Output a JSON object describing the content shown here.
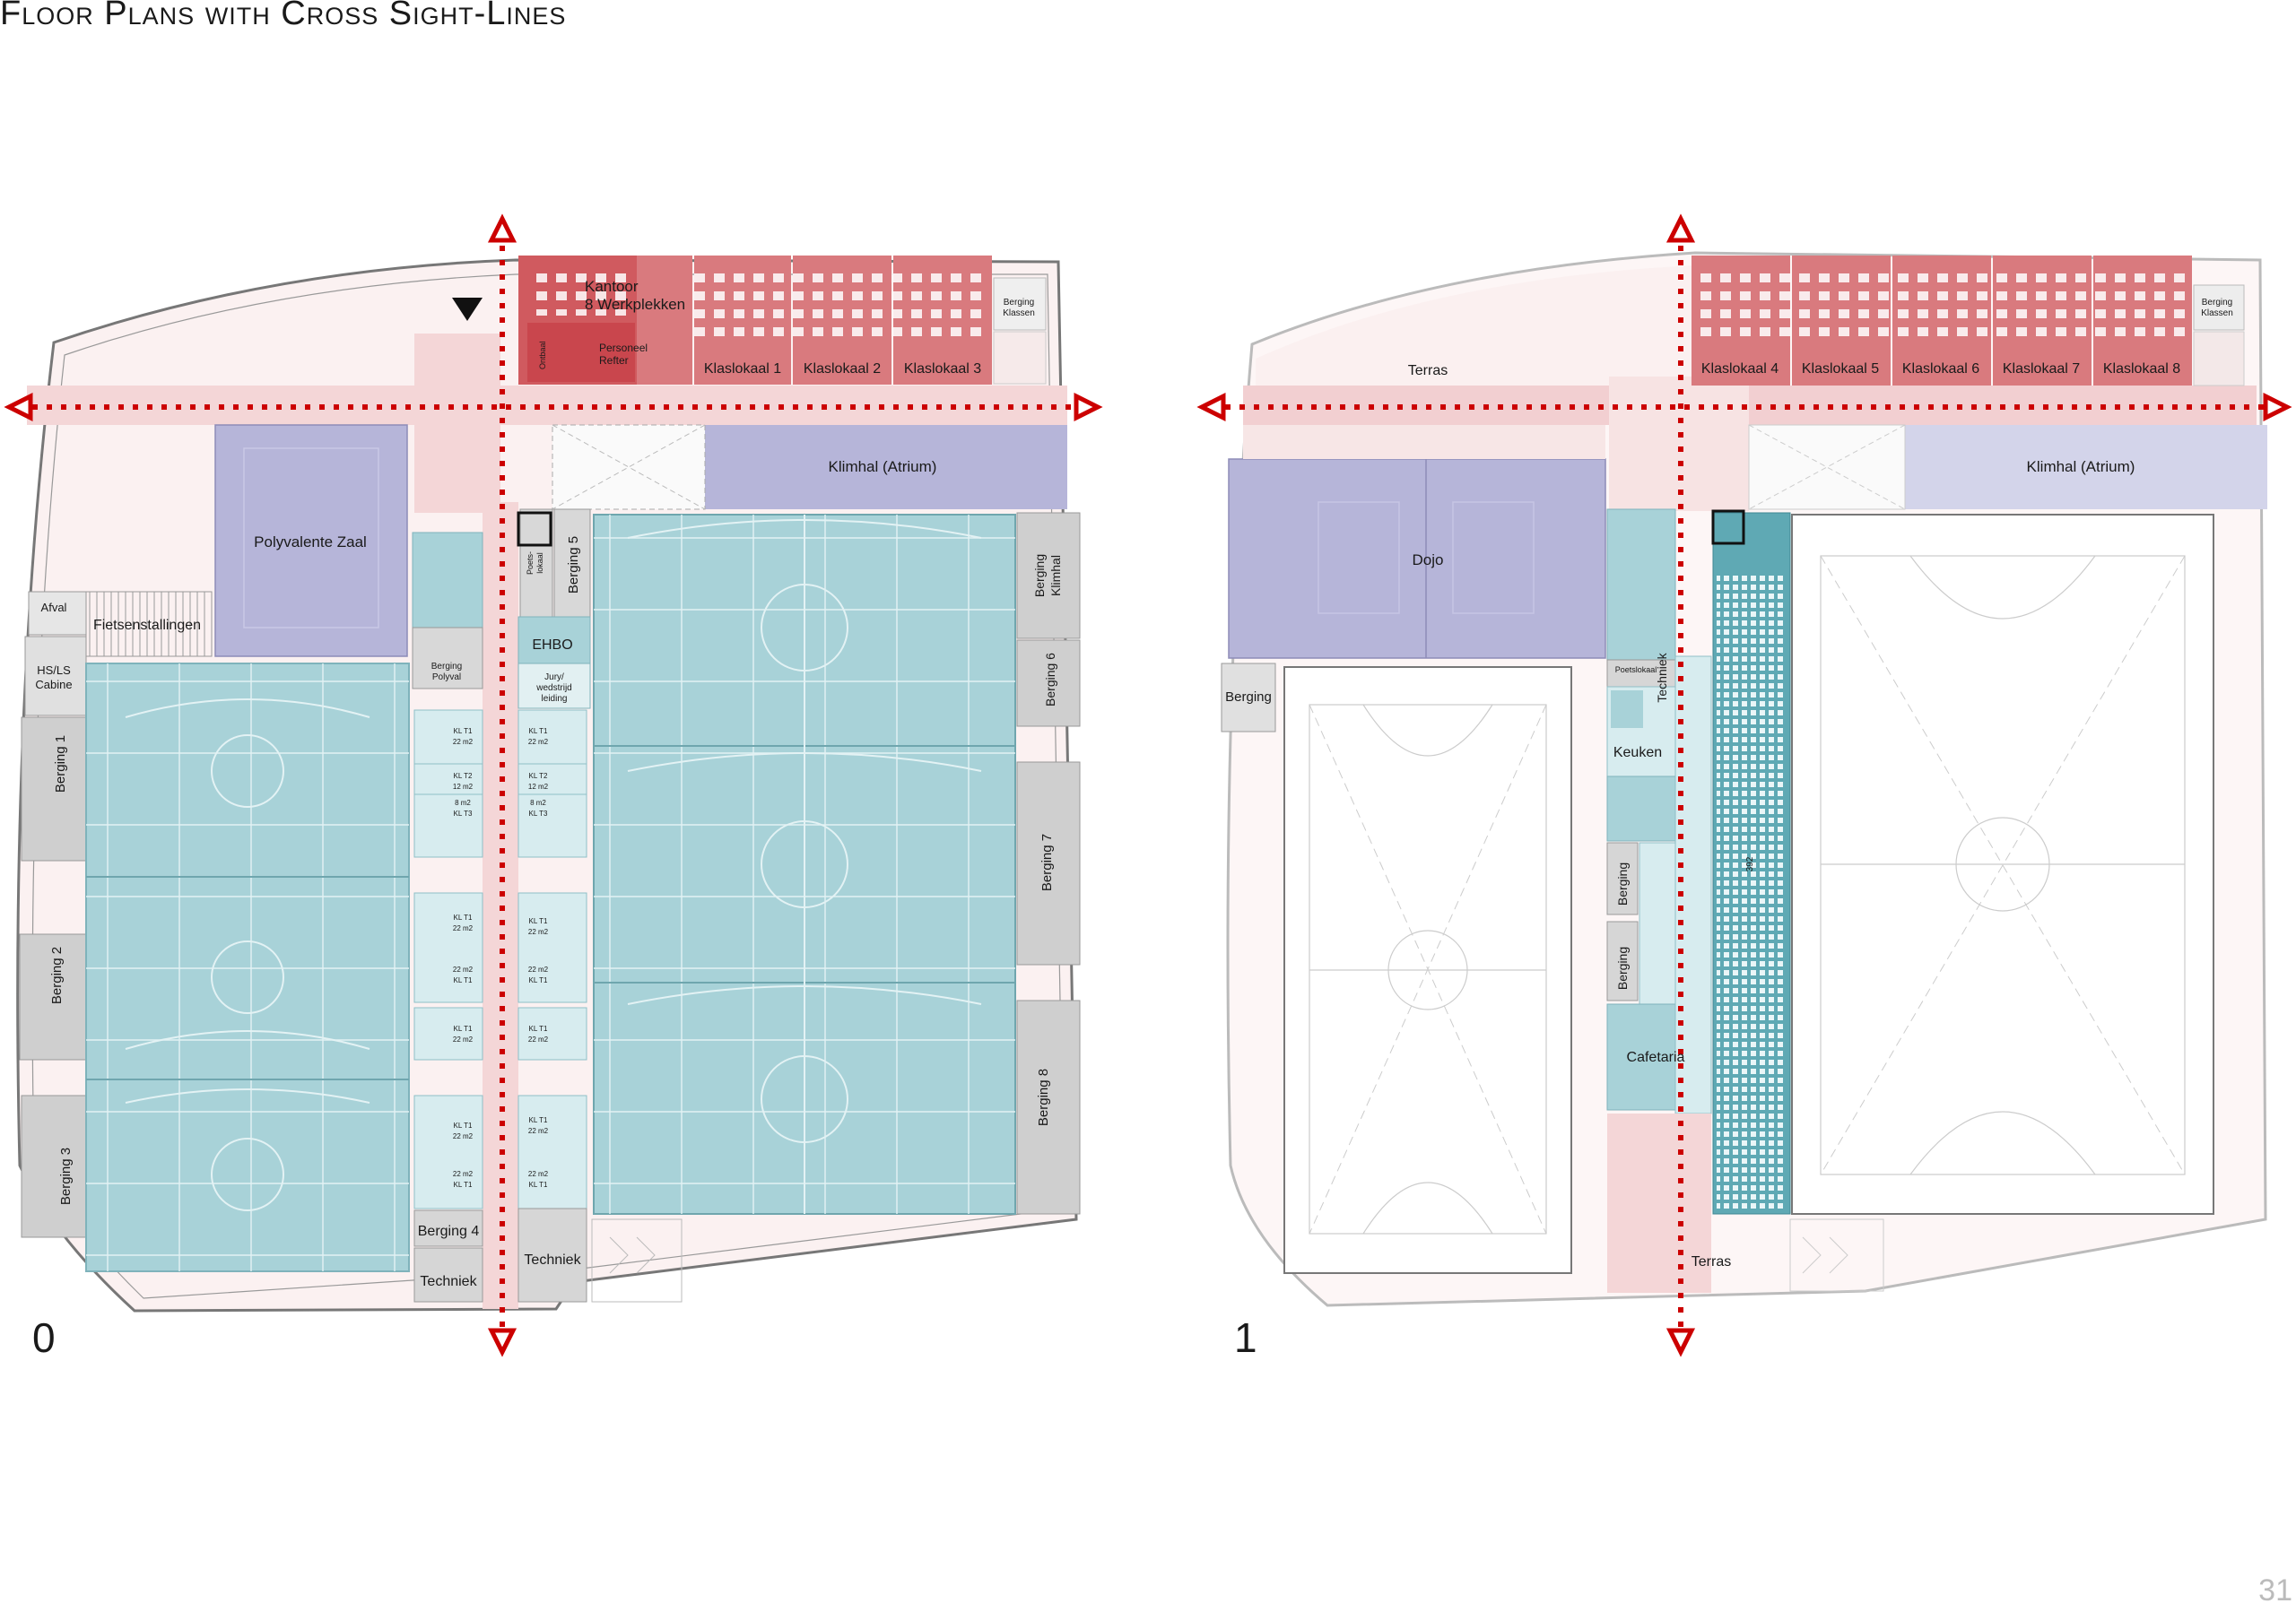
{
  "page": {
    "title": "Floor Plans with Cross Sight-Lines",
    "page_number": "31"
  },
  "colors": {
    "sports_floor": "#a8d2d8",
    "sports_floor_line": "#e6f4f6",
    "classroom": "#d9797c",
    "classroom_dark": "#c9464d",
    "corridor": "#f7dede",
    "circulation": "#f0c7c9",
    "purple_hall": "#b7b6da",
    "purple_hall_light": "#d4d5ea",
    "storage_grey": "#cfcfcf",
    "sightline_red": "#cc0000",
    "outline": "#666666"
  },
  "plan0": {
    "floor_label": "0",
    "rooms": {
      "kantoor": "Kantoor\n8 Werkplekken",
      "personeel": "Personeel\nRefter",
      "ontbaal": "Ontbaal",
      "klas1": "Klaslokaal 1",
      "klas2": "Klaslokaal 2",
      "klas3": "Klaslokaal 3",
      "berging_klassen": "Berging\nKlassen",
      "klimhal": "Klimhal (Atrium)",
      "polyvalente": "Polyvalente Zaal",
      "afval": "Afval",
      "fiets": "Fietsenstallingen",
      "hsls": "HS/LS\nCabine",
      "berging1": "Berging 1",
      "berging2": "Berging 2",
      "berging3": "Berging 3",
      "berging4": "Berging 4",
      "berging5": "Berging 5",
      "berging6": "Berging 6",
      "berging7": "Berging 7",
      "berging8": "Berging 8",
      "berging_klimhal": "Berging\nKlimhal",
      "berging_polyval": "Berging\nPolyval",
      "poetslokaal": "Poets-\nlokaal",
      "ehbo": "EHBO",
      "jury": "Jury/\nwedstrijd\nleiding",
      "techniek_left": "Techniek",
      "techniek_right": "Techniek"
    },
    "changing": {
      "kl_t1": "KL T1",
      "kl_t2": "KL T2",
      "kl_t3": "KL T3",
      "m22": "22 m2",
      "m12": "12 m2",
      "m8": "8 m2"
    }
  },
  "plan1": {
    "floor_label": "1",
    "rooms": {
      "terras_top": "Terras",
      "klas4": "Klaslokaal 4",
      "klas5": "Klaslokaal 5",
      "klas6": "Klaslokaal 6",
      "klas7": "Klaslokaal 7",
      "klas8": "Klaslokaal 8",
      "berging_klassen": "Berging\nKlassen",
      "klimhal": "Klimhal (Atrium)",
      "dojo": "Dojo",
      "berging": "Berging",
      "poetslokaal": "Poetslokaal",
      "techniek": "Techniek",
      "keuken": "Keuken",
      "berging_a": "Berging",
      "berging_b": "Berging",
      "cafetaria": "Cafetaria",
      "seats": "392",
      "terras_bottom": "Terras"
    }
  }
}
